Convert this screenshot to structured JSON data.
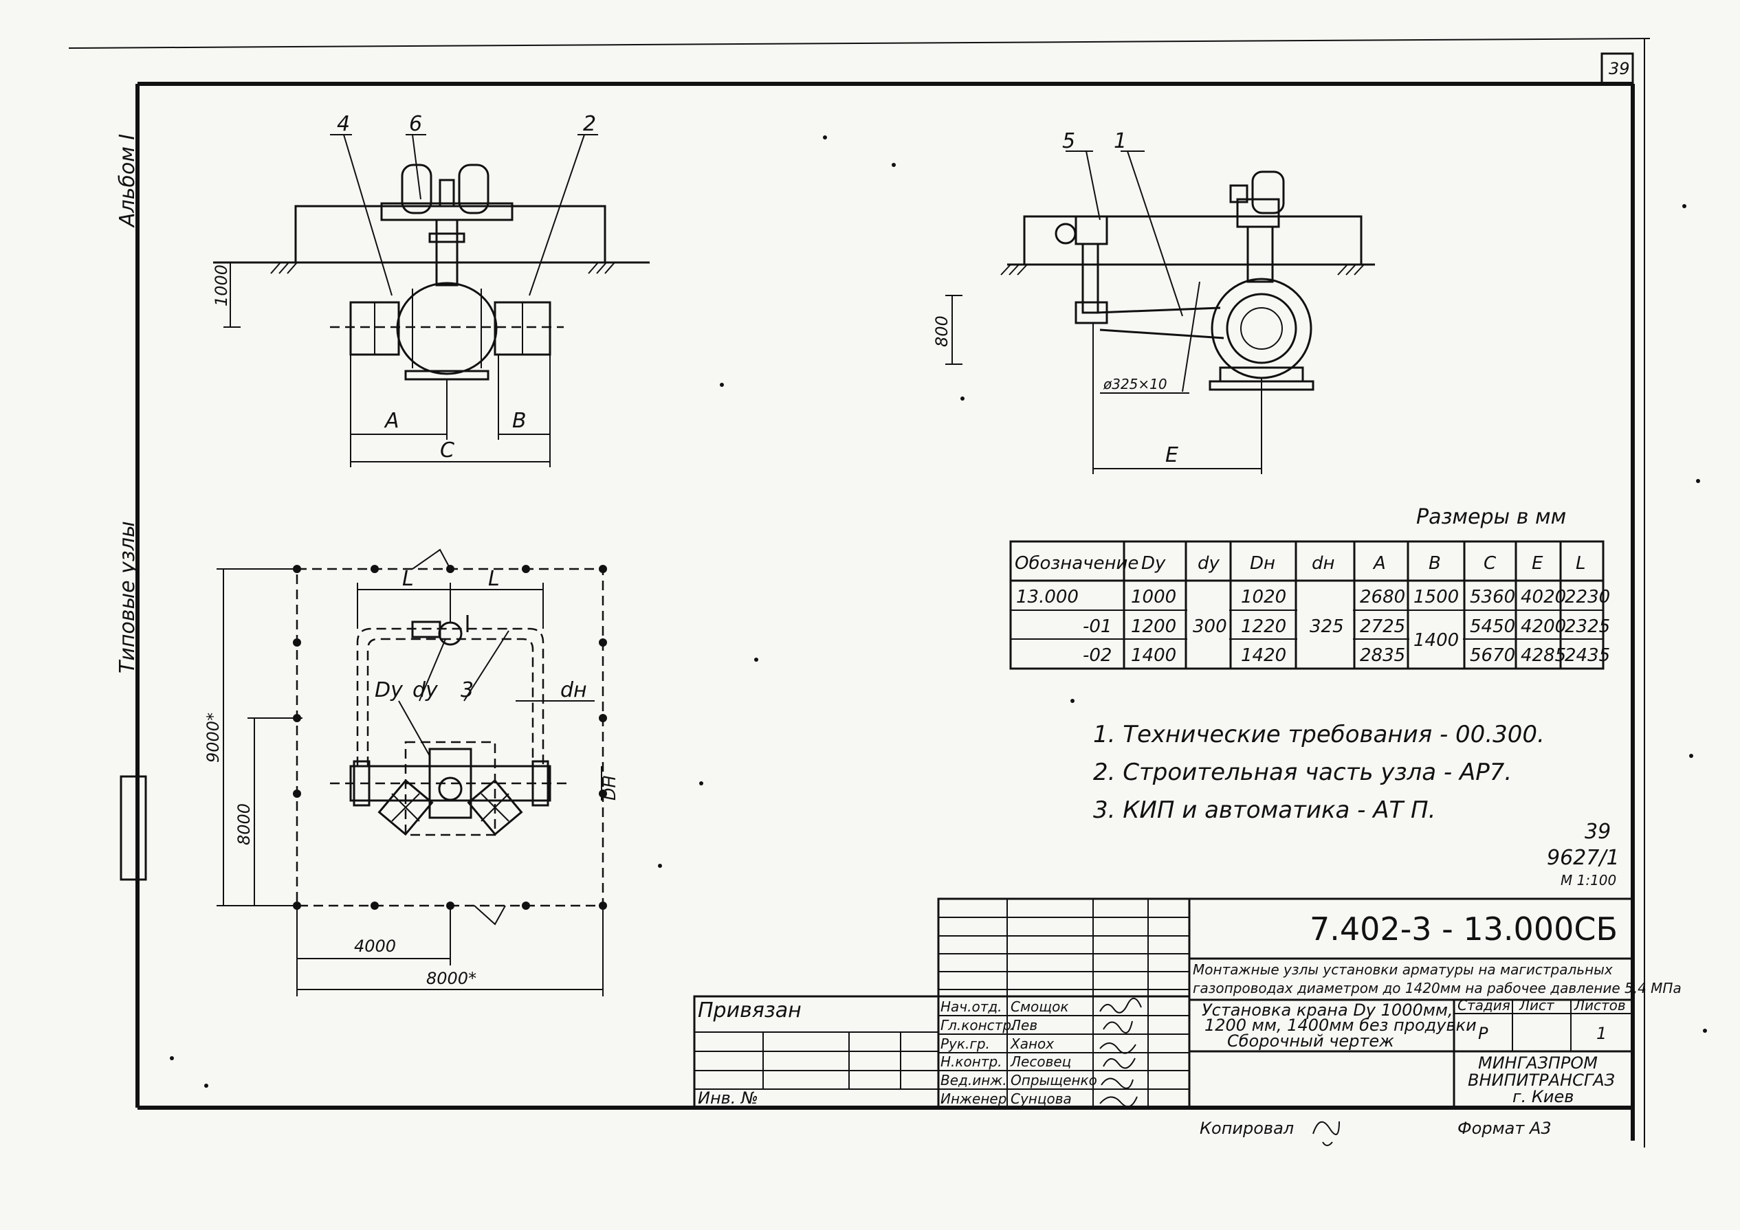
{
  "sheet": {
    "sheet_no": "39",
    "album_label": "Альбом I",
    "series_label": "Типовые узлы"
  },
  "front_view": {
    "callouts": [
      "4",
      "6",
      "2"
    ],
    "dims": {
      "height": "1000",
      "a": "A",
      "b": "B",
      "c": "C"
    }
  },
  "side_view": {
    "callouts": [
      "5",
      "1"
    ],
    "dims": {
      "height": "800",
      "pipe": "ø325×10",
      "e": "E"
    }
  },
  "plan_view": {
    "labels": {
      "l1": "L",
      "l2": "L",
      "dy": "Dy",
      "dy_small": "dy",
      "callout3": "3",
      "dn_small": "dн",
      "dn": "DН"
    },
    "dims": {
      "h_total": "9000*",
      "h_part": "8000",
      "w_part": "4000",
      "w_total": "8000*"
    }
  },
  "dimensions_table": {
    "caption": "Размеры в мм",
    "headers": [
      "Обозначение",
      "Dy",
      "dy",
      "Dн",
      "dн",
      "A",
      "B",
      "C",
      "E",
      "L"
    ],
    "rows": [
      {
        "designation": "13.000",
        "Dy": "1000",
        "Dn": "1020",
        "A": "2680",
        "C": "5360",
        "E": "4020",
        "L": "2230"
      },
      {
        "designation": "-01",
        "Dy": "1200",
        "Dn": "1220",
        "A": "2725",
        "C": "5450",
        "E": "4200",
        "L": "2325"
      },
      {
        "designation": "-02",
        "Dy": "1400",
        "Dn": "1420",
        "A": "2835",
        "C": "5670",
        "E": "4285",
        "L": "2435"
      }
    ],
    "merged": {
      "dy": "300",
      "dn": "325",
      "B_first": "1500",
      "B_rest": "1400"
    }
  },
  "notes": [
    "1. Технические требования - 00.300.",
    "2. Строительная часть узла - АР7.",
    "3. КИП и автоматика - АТ П."
  ],
  "stamp_right": {
    "sheet_ref": "39",
    "ref_no": "9627/1",
    "scale": "М 1:100"
  },
  "title_block": {
    "code": "7.402-3 - 13.000СБ",
    "project_title_1": "Монтажные узлы установки арматуры на магистральных",
    "project_title_2": "газопроводах диаметром до 1420мм на рабочее давление 5,4 МПа",
    "drawing_title_1": "Установка крана Dy 1000мм,",
    "drawing_title_2": "1200 мм, 1400мм без продувки",
    "drawing_title_3": "Сборочный чертеж",
    "stage_header": "Стадия",
    "sheet_header": "Лист",
    "sheets_header": "Листов",
    "stage_value": "Р",
    "sheets_value": "1",
    "org_1": "МИНГАЗПРОМ",
    "org_2": "ВНИПИТРАНСГАЗ",
    "org_3": "г. Киев",
    "privyazan": "Привязан",
    "inv_no": "Инв. №",
    "copied_label": "Копировал",
    "format_label": "Формат А3"
  },
  "signatures": [
    {
      "role": "Нач.отд.",
      "name": "Смощок"
    },
    {
      "role": "Гл.констр.",
      "name": "Лев"
    },
    {
      "role": "Рук.гр.",
      "name": "Ханох"
    },
    {
      "role": "Н.контр.",
      "name": "Лесовец"
    },
    {
      "role": "Вед.инж.",
      "name": "Опрыщенко"
    },
    {
      "role": "Инженер",
      "name": "Сунцова"
    }
  ]
}
